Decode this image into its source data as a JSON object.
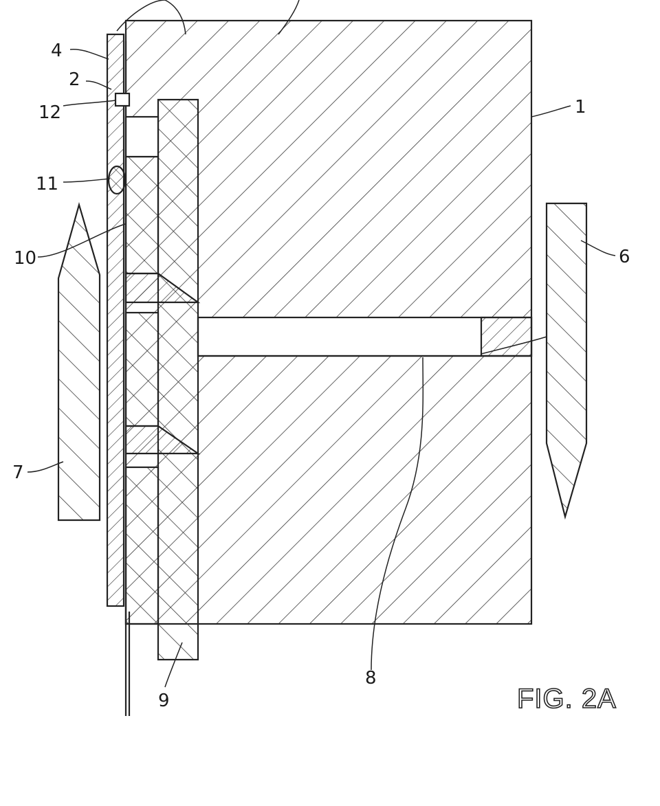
{
  "figure": {
    "caption": "FIG. 2A"
  },
  "labels": {
    "l1": "1",
    "l2": "2",
    "l4": "4",
    "l6": "6",
    "l7": "7",
    "l8": "8",
    "l9": "9",
    "l10": "10",
    "l11": "11",
    "l12": "12"
  },
  "colors": {
    "ink": "#222222",
    "hatch": "#3a3a3a",
    "background": "#ffffff"
  }
}
